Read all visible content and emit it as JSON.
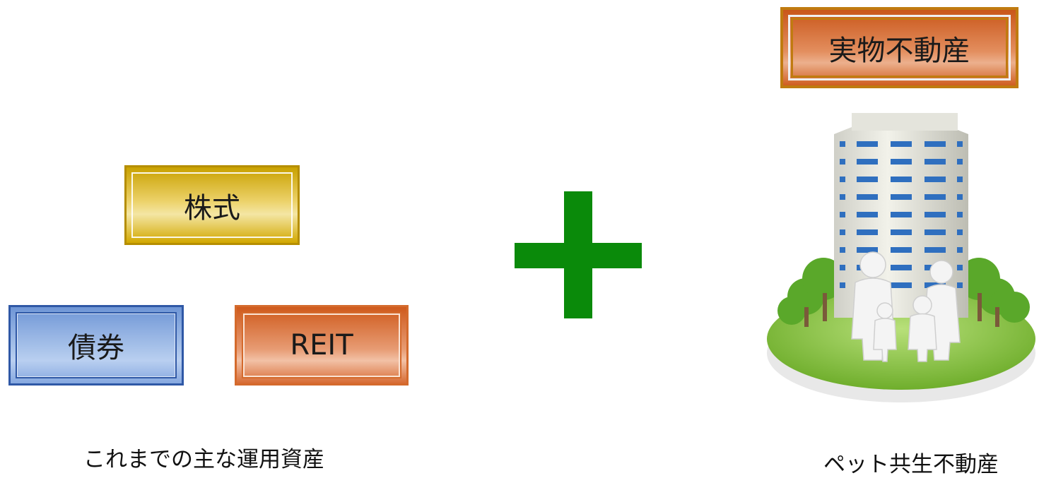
{
  "assets": {
    "stock": "株式",
    "bond": "債券",
    "reit": "REIT"
  },
  "real_estate_label": "実物不動産",
  "captions": {
    "left": "これまでの主な運用資産",
    "right": "ペット共生不動産"
  },
  "icons": {
    "plus": "plus-icon",
    "building": "apartment-building-with-family-icon"
  },
  "colors": {
    "stock": "#d2a800",
    "bond": "#2f58a6",
    "reit": "#d46a2c",
    "plus": "#0a8a0a",
    "island": "#8cc63f"
  }
}
